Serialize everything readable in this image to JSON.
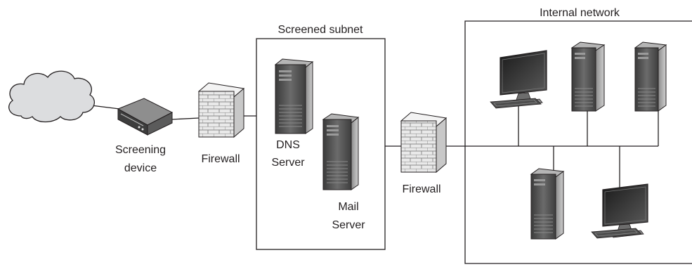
{
  "labels": {
    "screened_subnet": "Screened subnet",
    "internal_network": "Internal network",
    "screening_device_line1": "Screening",
    "screening_device_line2": "device",
    "firewall_left": "Firewall",
    "firewall_right": "Firewall",
    "dns_server_line1": "DNS",
    "dns_server_line2": "Server",
    "mail_server_line1": "Mail",
    "mail_server_line2": "Server"
  },
  "icons": [
    "cloud-icon",
    "router-icon",
    "firewall-brick-wall-icon",
    "server-tower-icon",
    "workstation-monitor-icon"
  ],
  "colors": {
    "line": "#231f20",
    "cloud_fill": "#d9dadb",
    "metal_dark": "#4a4a4a",
    "brick": "#e6e6e6"
  }
}
